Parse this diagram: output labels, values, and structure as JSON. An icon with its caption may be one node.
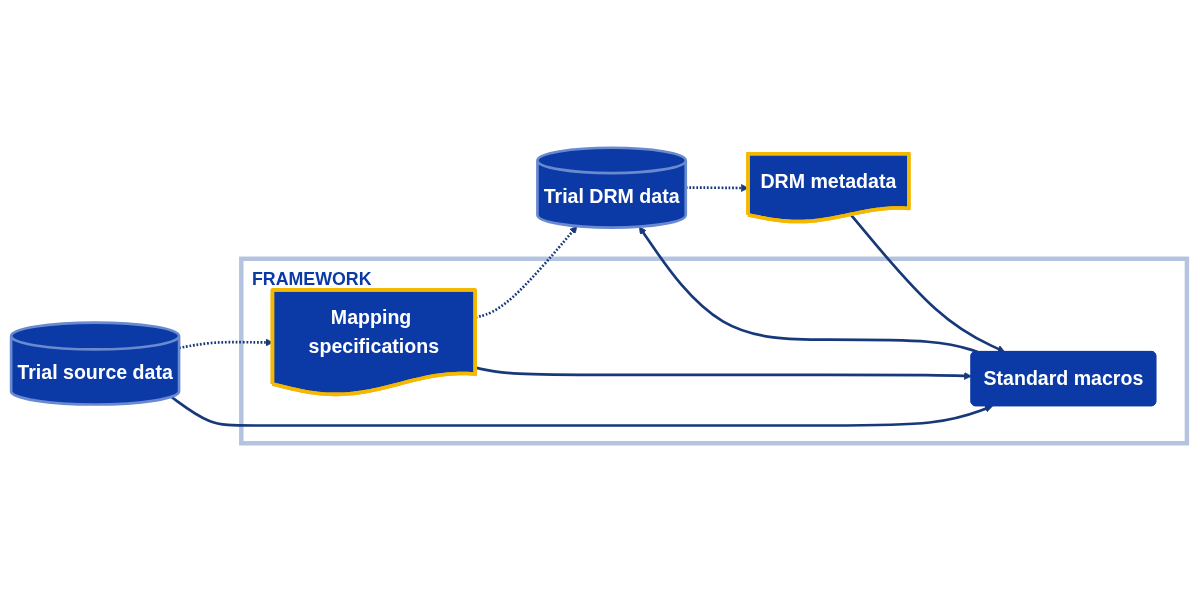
{
  "diagram": {
    "nodes": [
      {
        "text": [
          "FRAMEWORK"
        ]
      },
      {
        "text": [
          "Mapping specifications"
        ],
        "in": 0
      },
      {
        "text": [
          "Standard macros"
        ],
        "in": 0
      },
      {
        "text": [
          "Trial source data"
        ]
      },
      {
        "text": [
          "Trial DRM data"
        ]
      },
      {
        "text": [
          "DRM metadata"
        ]
      }
    ],
    "edges": [
      {
        "from": 3,
        "to": 1,
        "arrow": "to",
        "style": "dashed"
      },
      {
        "from": 1,
        "to": 4,
        "arrow": "to",
        "style": "dashed"
      },
      {
        "from": 1,
        "to": 2,
        "arrow": "to"
      },
      {
        "from": 3,
        "to": 2,
        "arrow": "to"
      },
      {
        "from": 2,
        "to": 4,
        "arrow": "to"
      },
      {
        "from": 5,
        "to": 2,
        "arrow": "to"
      },
      {
        "from": 4,
        "to": 5,
        "arrow": "to",
        "style": "dashed"
      }
    ]
  }
}
